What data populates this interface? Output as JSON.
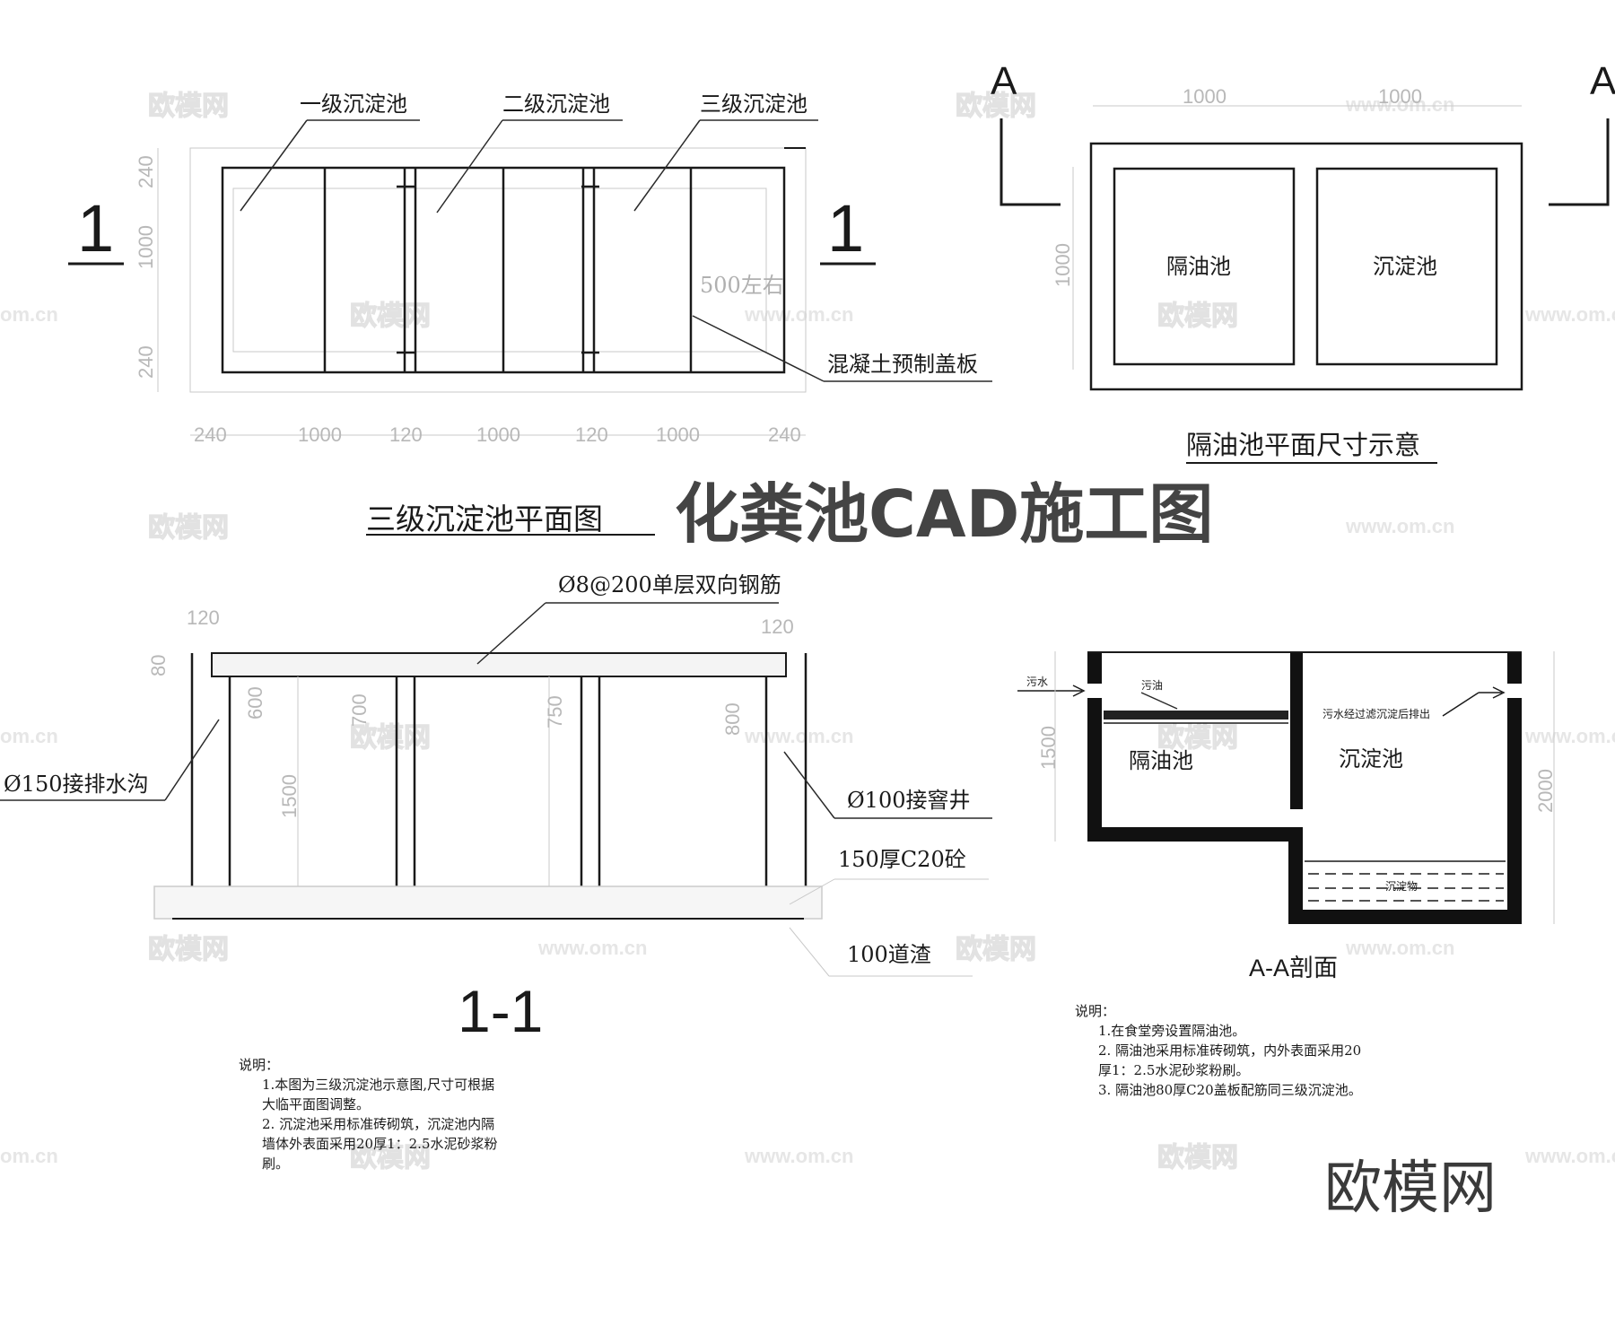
{
  "title": "化粪池CAD施工图",
  "watermark": {
    "text": "欧模网",
    "url": "www.om.cn",
    "url_short": "om.cn",
    "logo": "欧模网"
  },
  "plan3": {
    "title": "三级沉淀池平面图",
    "chamber1": "一级沉淀池",
    "chamber2": "二级沉淀池",
    "chamber3": "三级沉淀池",
    "cover": "混凝土预制盖板",
    "note_500": "500左右",
    "section_mark": "1",
    "dims_bottom": [
      "240",
      "1000",
      "120",
      "1000",
      "120",
      "1000",
      "240"
    ],
    "dims_left": [
      "240",
      "1000",
      "240"
    ]
  },
  "oil_plan": {
    "title": "隔油池平面尺寸示意",
    "left": "隔油池",
    "right": "沉淀池",
    "mark": "A",
    "dims_top": [
      "1000",
      "1000"
    ],
    "dim_left": "1000"
  },
  "section11": {
    "title": "1-1",
    "rebar": "Ø8@200单层双向钢筋",
    "drain": "Ø150接排水沟",
    "manhole": "Ø100接窨井",
    "concrete": "150厚C20砼",
    "ballast": "100道渣",
    "dims": {
      "left_top": "120",
      "right_top": "120",
      "slab": "80",
      "d600": "600",
      "d700": "700",
      "d750": "750",
      "d800": "800",
      "d1500": "1500"
    }
  },
  "sectionAA": {
    "title": "A-A剖面",
    "sewage": "污水",
    "oil": "污油",
    "outlet": "污水经过滤沉淀后排出",
    "left": "隔油池",
    "right": "沉淀池",
    "sediment": "沉淀物",
    "dim_left": "1500",
    "dim_right": "2000"
  },
  "notes_left": {
    "head": "说明：",
    "lines": [
      "1.本图为三级沉淀池示意图,尺寸可根据",
      "大临平面图调整。",
      "2. 沉淀池采用标准砖砌筑，沉淀池内隔",
      "墙体外表面采用20厚1：2.5水泥砂浆粉",
      "刷。"
    ]
  },
  "notes_right": {
    "head": "说明：",
    "lines": [
      "1.在食堂旁设置隔油池。",
      "2. 隔油池采用标准砖砌筑，内外表面采用20",
      "厚1：2.5水泥砂浆粉刷。",
      "3. 隔油池80厚C20盖板配筋同三级沉淀池。"
    ]
  }
}
